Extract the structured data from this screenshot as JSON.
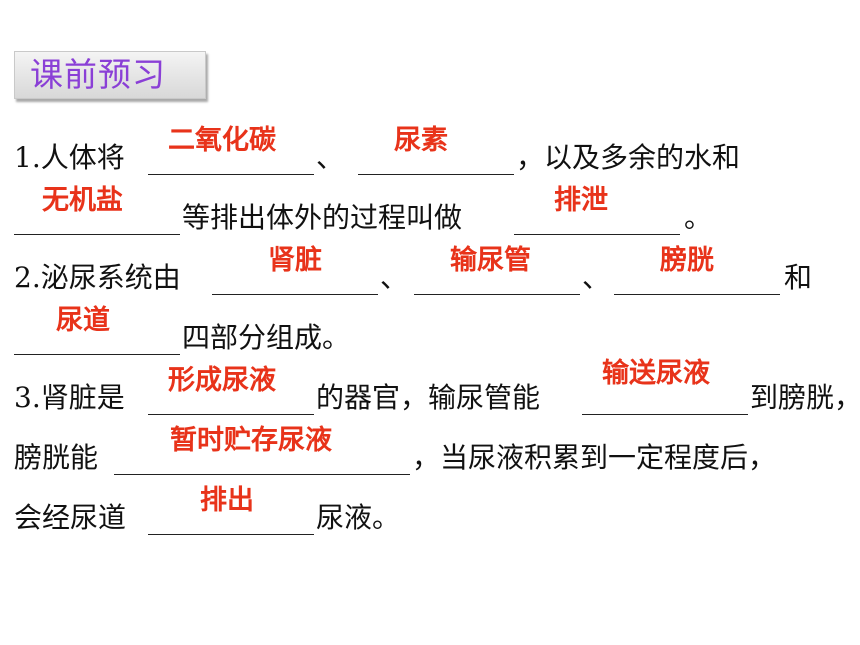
{
  "header": {
    "title": "课前预习"
  },
  "q1": {
    "prefix": "1.人体将",
    "sep": "、",
    "after": "，以及多余的水和",
    "l2_after": "等排出体外的过程叫做",
    "end": "。",
    "answers": [
      "二氧化碳",
      "尿素",
      "无机盐",
      "排泄"
    ]
  },
  "q2": {
    "prefix": "2.泌尿系统由",
    "sep1": "、",
    "sep2": "、",
    "and": "和",
    "l2_after": "四部分组成。",
    "answers": [
      "肾脏",
      "输尿管",
      "膀胱",
      "尿道"
    ]
  },
  "q3": {
    "prefix": "3.肾脏是",
    "mid1": "的器官，输尿管能",
    "mid2": "到膀胱，",
    "l2_prefix": "膀胱能",
    "l2_after": "，当尿液积累到一定程度后，",
    "l3_prefix": "会经尿道",
    "l3_after": "尿液。",
    "answers": [
      "形成尿液",
      "输送尿液",
      "暂时贮存尿液",
      "排出"
    ]
  },
  "colors": {
    "answer": "#e8331a",
    "title": "#8a3fd6"
  }
}
